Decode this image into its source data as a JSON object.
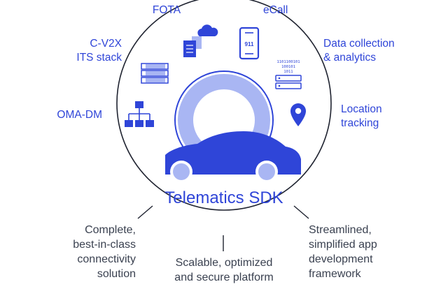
{
  "features": {
    "fota": "FOTA",
    "ecall": "eCall",
    "cv2x_line1": "C-V2X",
    "cv2x_line2": "ITS stack",
    "data_line1": "Data collection",
    "data_line2": "& analytics",
    "oma": "OMA-DM",
    "loc_line1": "Location",
    "loc_line2": "tracking"
  },
  "center_title": "Telematics SDK",
  "phone_number": "911",
  "binary_lines": [
    "1101100101",
    "100101",
    "1011"
  ],
  "benefits": {
    "left": [
      "Complete,",
      "best-in-class",
      "connectivity",
      "solution"
    ],
    "middle": [
      "Scalable, optimized",
      "and secure platform"
    ],
    "right": [
      "Streamlined,",
      "simplified app",
      "development",
      "framework"
    ]
  },
  "colors": {
    "primary": "#2f45d8",
    "light": "#9aaaf0",
    "text": "#3a4150"
  }
}
